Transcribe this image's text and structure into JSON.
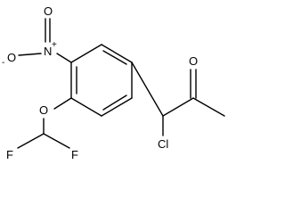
{
  "molecule": {
    "atoms": {
      "nitro_o_top": "O",
      "nitro_n": "N",
      "nitro_n_charge": "+",
      "nitro_o_left": "O",
      "nitro_o_left_charge": "-",
      "ketone_o": "O",
      "ether_o": "O",
      "chloro": "Cl",
      "fluoro_left": "F",
      "fluoro_right": "F"
    },
    "colors": {
      "ink": "#000000",
      "background": "#ffffff"
    }
  }
}
